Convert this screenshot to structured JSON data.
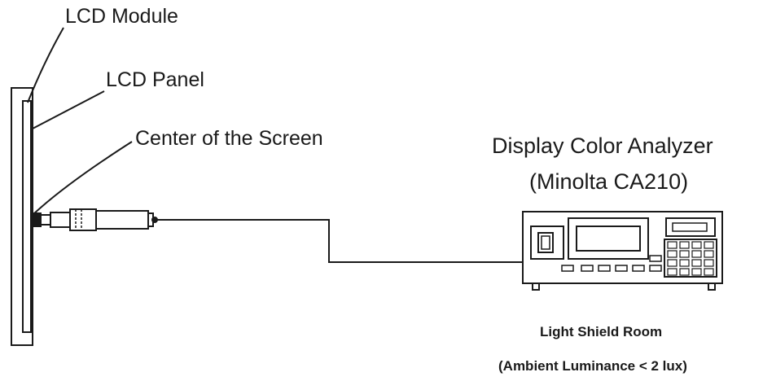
{
  "labels": {
    "lcd_module": "LCD Module",
    "lcd_panel": "LCD Panel",
    "screen_center": "Center of the Screen",
    "analyzer_title": "Display Color Analyzer",
    "analyzer_model": "(Minolta CA210)",
    "room": "Light Shield Room",
    "room_condition": "(Ambient Luminance < 2 lux)"
  },
  "colors": {
    "ink": "#1a1a1a",
    "background": "#ffffff"
  }
}
